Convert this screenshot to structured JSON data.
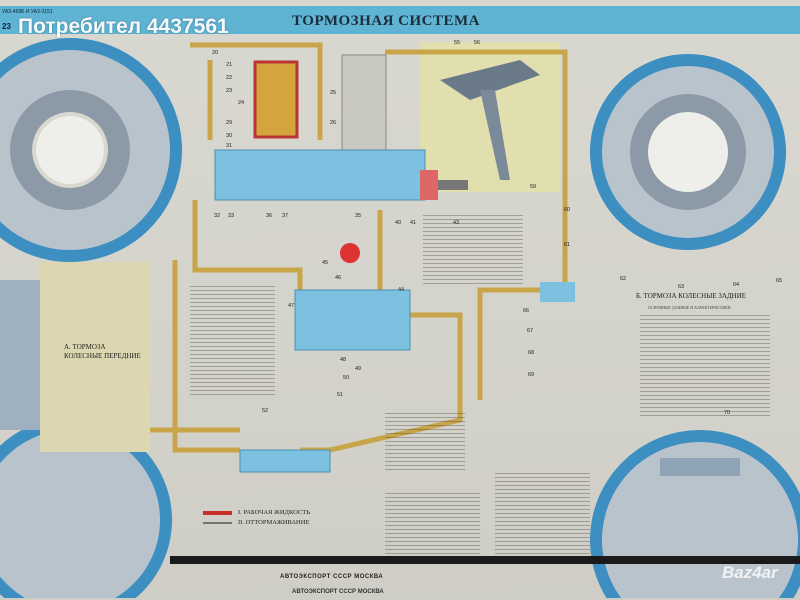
{
  "header": {
    "model": "УАЗ-469Б И УАЗ-3151",
    "sheet": "23",
    "title": "ТОРМОЗНАЯ СИСТЕМА"
  },
  "watermark": "Потребител 4437561",
  "sections": {
    "front": "А. ТОРМОЗА КОЛЕСНЫЕ ПЕРЕДНИЕ",
    "rear": "Б. ТОРМОЗА КОЛЕСНЫЕ ЗАДНИЕ",
    "rear_sub": "ОСНОВНЫЕ ДАННЫЕ И ХАРАКТЕРИСТИКИ"
  },
  "legend": {
    "fluid": "I. РАБОЧАЯ ЖИДКОСТЬ",
    "release": "II. ОТТОРМАЖИВАНИЕ"
  },
  "callouts": [
    "20",
    "21",
    "22",
    "23",
    "24",
    "25",
    "26",
    "29",
    "30",
    "31",
    "32",
    "33",
    "35",
    "36",
    "37",
    "40",
    "41",
    "43",
    "44",
    "45",
    "46",
    "47",
    "48",
    "49",
    "50",
    "51",
    "52",
    "55",
    "56",
    "59",
    "60",
    "61",
    "62",
    "63",
    "64",
    "65",
    "66",
    "67",
    "68",
    "69",
    "70"
  ],
  "footer": {
    "publisher": "АВТОЭКСПОРТ СССР МОСКВА"
  },
  "site_watermark": "Baz4ar",
  "colors": {
    "banner": "#5fb3d3",
    "pipe": "#c9a54a",
    "wheel": "#3c8fc0",
    "fluid_arrow": "#c8302a"
  }
}
